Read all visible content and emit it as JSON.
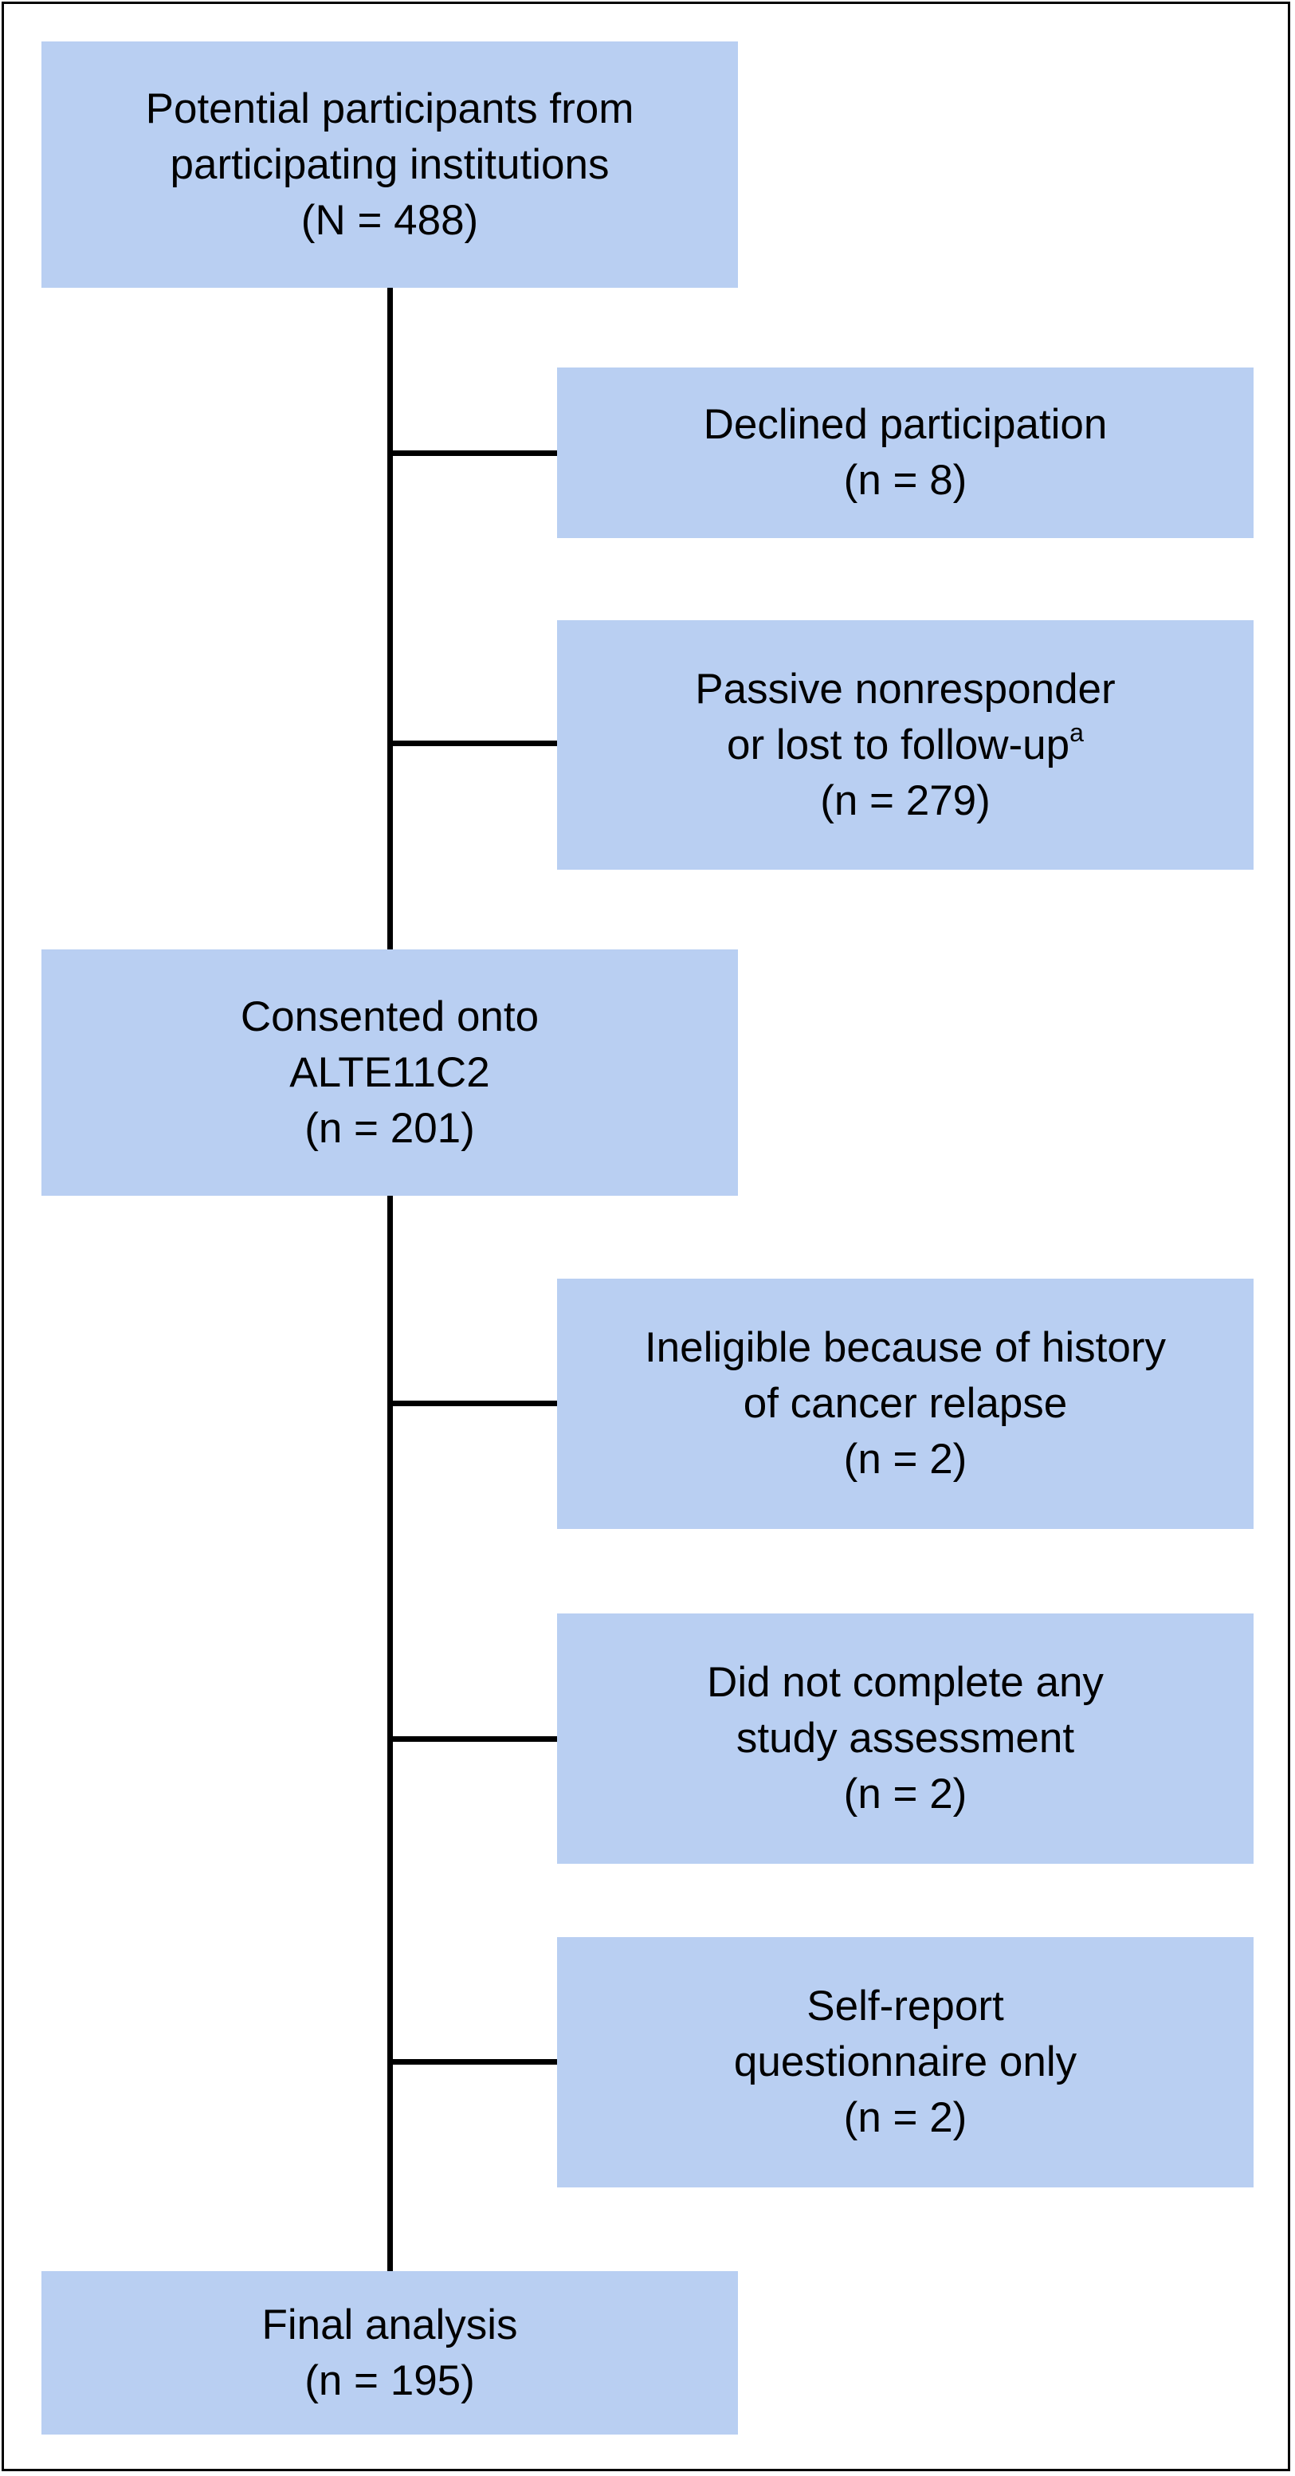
{
  "flowchart": {
    "potential": {
      "line1": "Potential participants from",
      "line2": "participating institutions",
      "count": "(N = 488)"
    },
    "declined": {
      "line1": "Declined participation",
      "count": "(n = 8)"
    },
    "passive": {
      "line1": "Passive nonresponder",
      "line2": "or lost to follow-up",
      "footnote": "a",
      "count": "(n = 279)"
    },
    "consented": {
      "line1": "Consented onto",
      "line2": "ALTE11C2",
      "count": "(n = 201)"
    },
    "ineligible": {
      "line1": "Ineligible because of history",
      "line2": "of cancer relapse",
      "count": "(n = 2)"
    },
    "incomplete": {
      "line1": "Did not complete any",
      "line2": "study assessment",
      "count": "(n = 2)"
    },
    "selfreport": {
      "line1": "Self-report",
      "line2": "questionnaire only",
      "count": "(n = 2)"
    },
    "final": {
      "line1": "Final analysis",
      "count": "(n = 195)"
    }
  },
  "colors": {
    "box_fill": "#b9cff2",
    "line": "#000000"
  }
}
